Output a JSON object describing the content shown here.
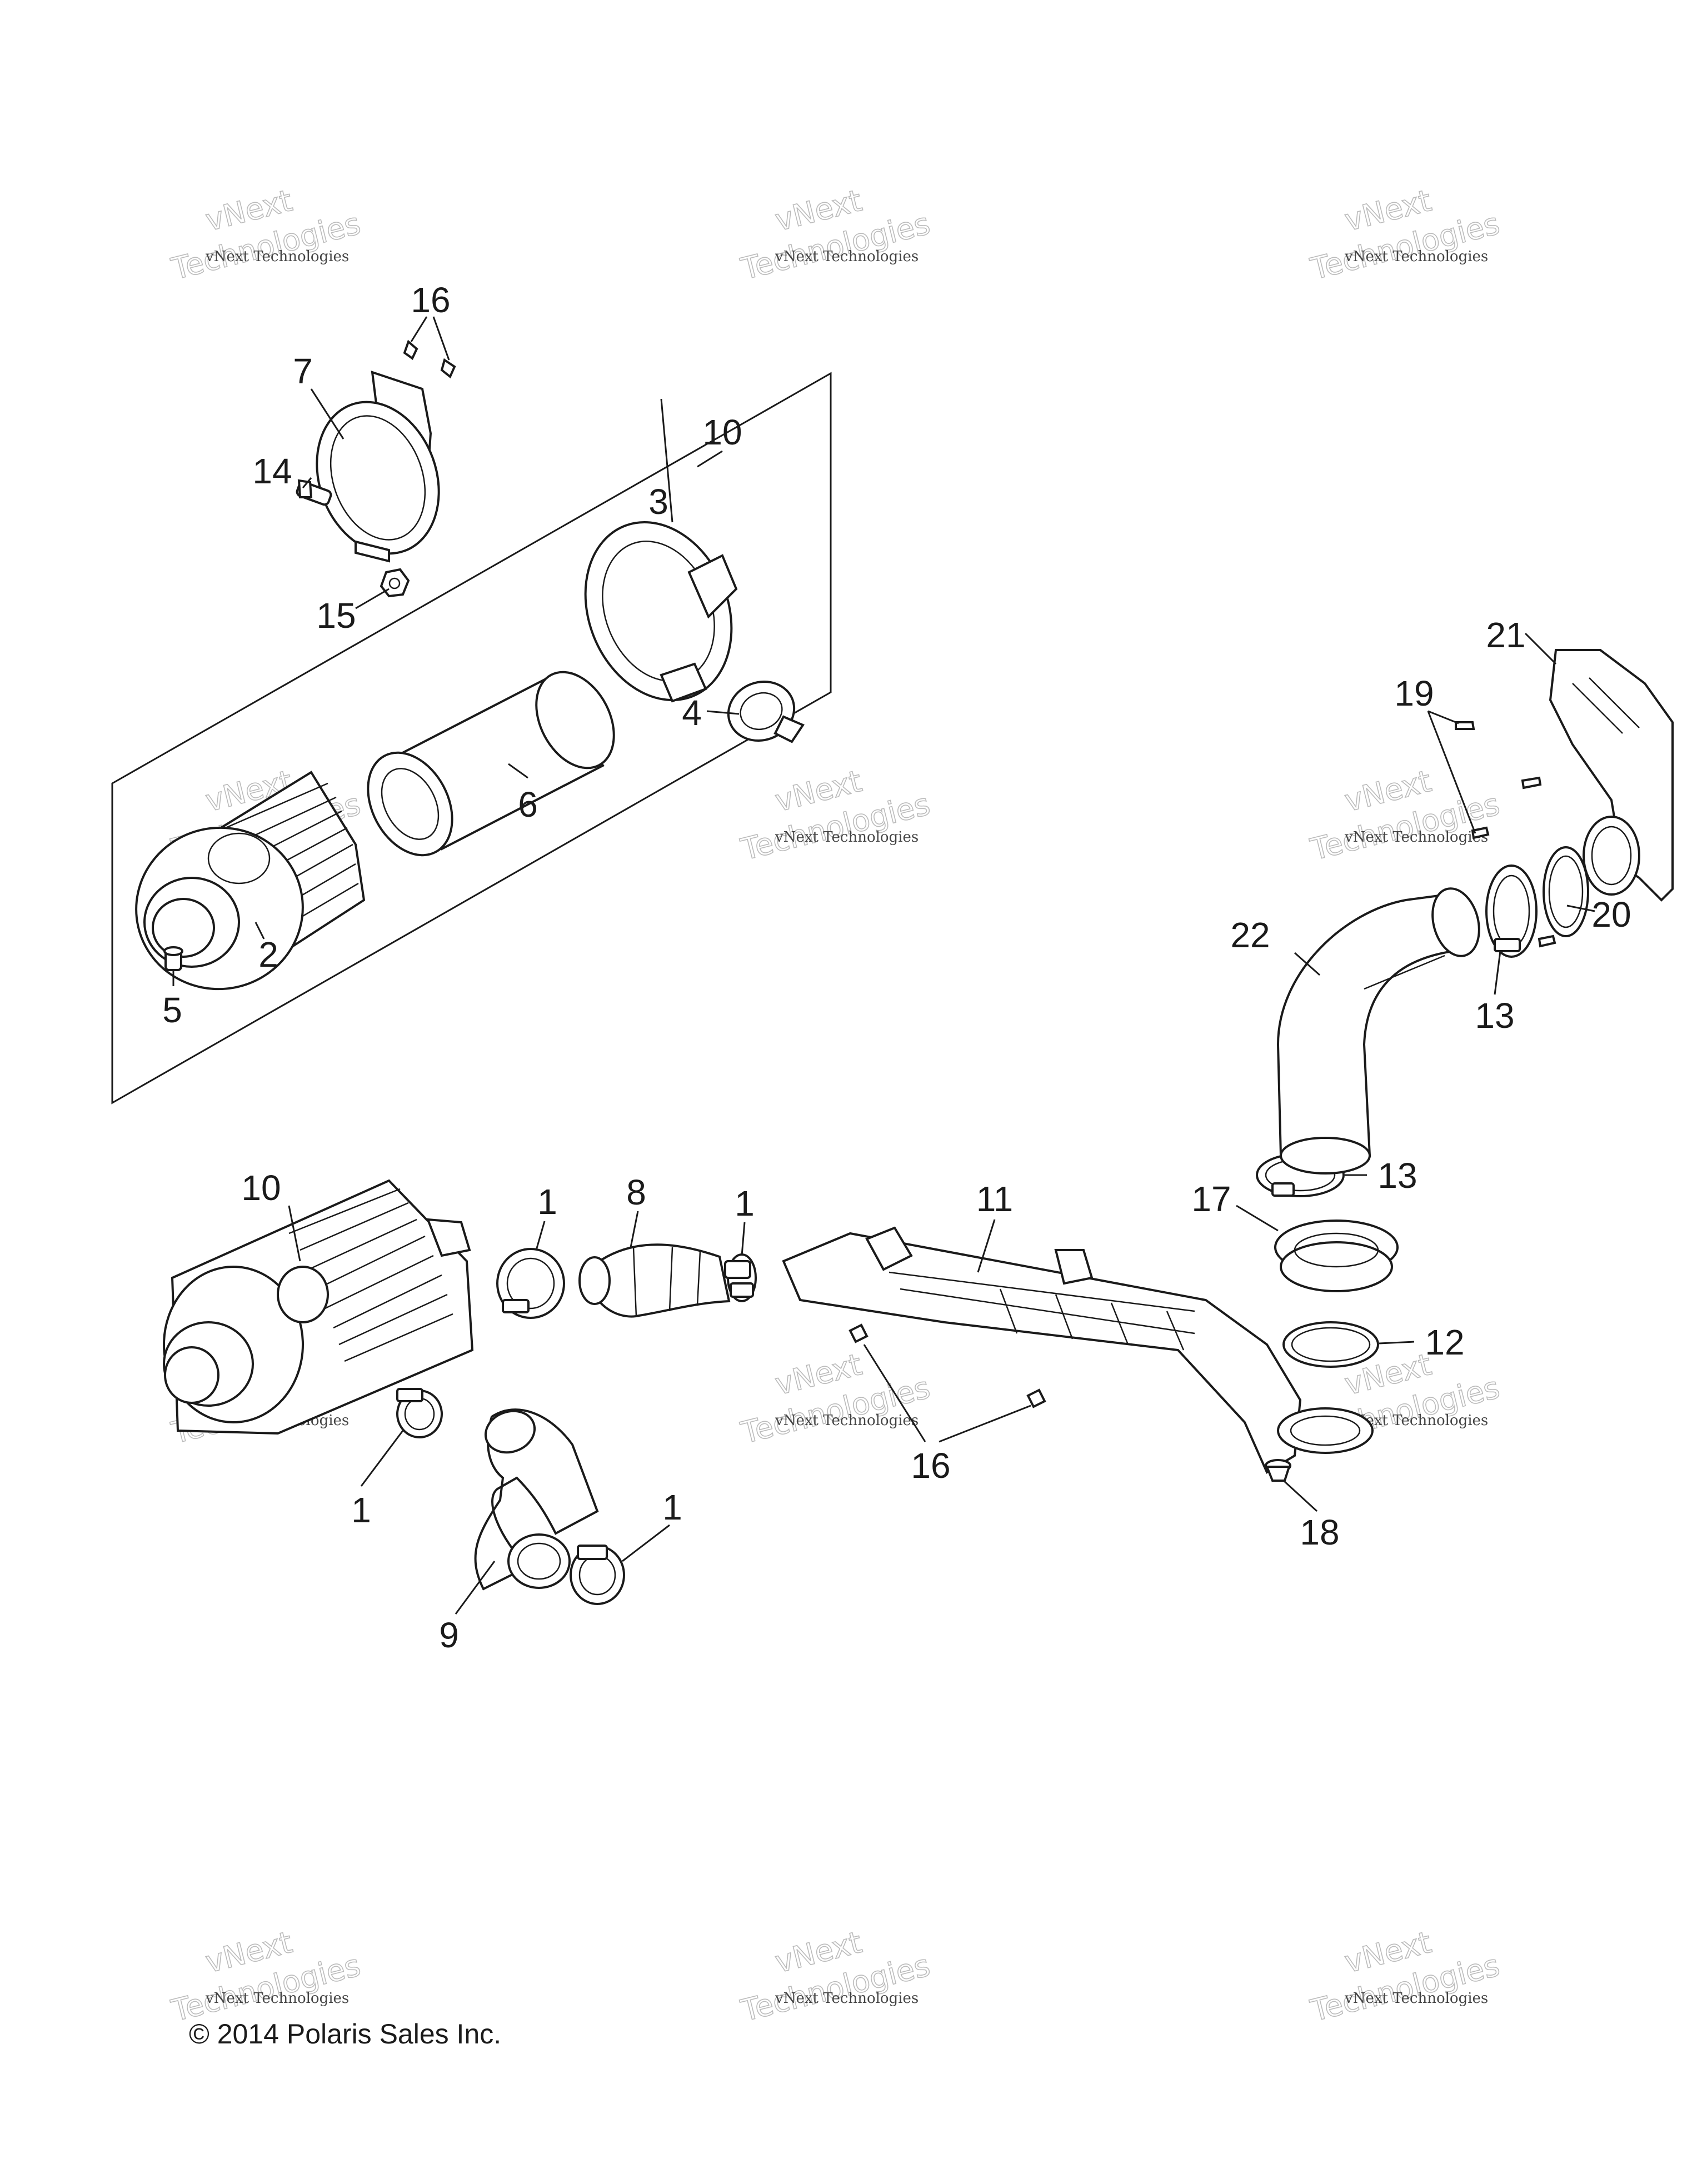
{
  "watermark": {
    "name": "vNext Technologies",
    "big_line1": "vNext",
    "big_line2": "Technologies"
  },
  "copyright": "© 2014 Polaris Sales Inc.",
  "callouts": {
    "c16a": "16",
    "c7": "7",
    "c10a": "10",
    "c14": "14",
    "c3": "3",
    "c15": "15",
    "c4": "4",
    "c6": "6",
    "c2": "2",
    "c5": "5",
    "c21": "21",
    "c19": "19",
    "c20": "20",
    "c22": "22",
    "c13a": "13",
    "c10b": "10",
    "c1a": "1",
    "c8": "8",
    "c1b": "1",
    "c11": "11",
    "c13b": "13",
    "c17": "17",
    "c12": "12",
    "c16b": "16",
    "c1c": "1",
    "c1d": "1",
    "c9": "9",
    "c18": "18"
  }
}
